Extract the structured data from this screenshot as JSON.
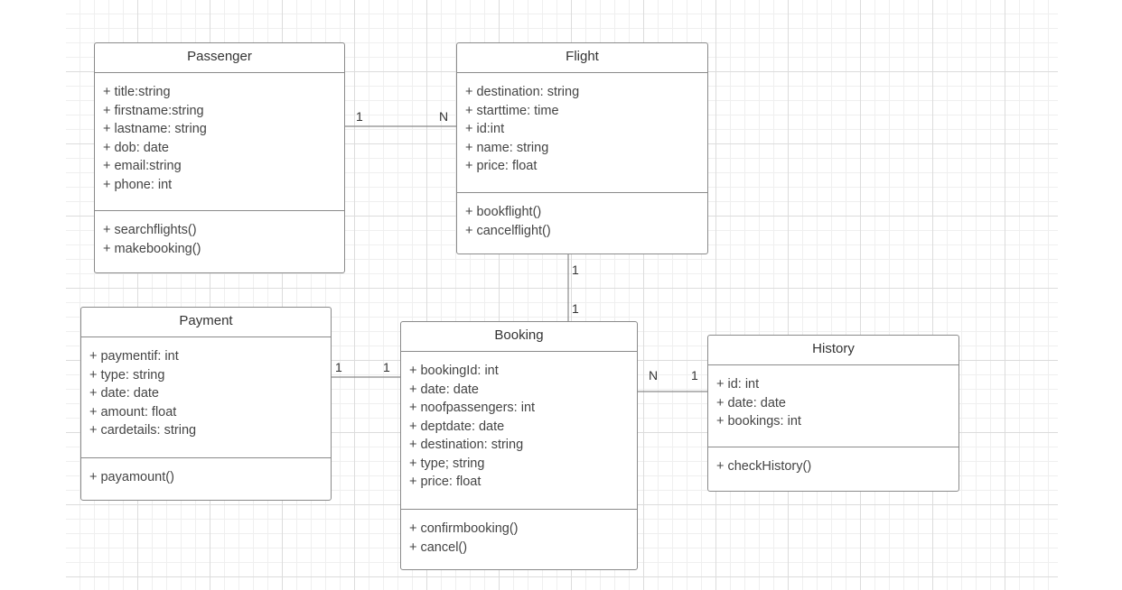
{
  "classes": {
    "passenger": {
      "name": "Passenger",
      "attributes": [
        "+ title:string",
        "+ firstname:string",
        "+ lastname: string",
        "+ dob: date",
        "+ email:string",
        "+ phone: int"
      ],
      "operations": [
        "+ searchflights()",
        "+ makebooking()"
      ]
    },
    "flight": {
      "name": "Flight",
      "attributes": [
        "+ destination: string",
        "+ starttime: time",
        "+ id:int",
        "+ name: string",
        "+ price: float"
      ],
      "operations": [
        "+ bookflight()",
        "+ cancelflight()"
      ]
    },
    "payment": {
      "name": "Payment",
      "attributes": [
        "+ paymentif: int",
        "+ type: string",
        "+ date: date",
        "+ amount: float",
        "+ cardetails: string"
      ],
      "operations": [
        "+ payamount()"
      ]
    },
    "booking": {
      "name": "Booking",
      "attributes": [
        "+ bookingId: int",
        "+ date: date",
        "+ noofpassengers: int",
        "+ deptdate: date",
        "+ destination: string",
        "+ type; string",
        "+ price: float"
      ],
      "operations": [
        "+ confirmbooking()",
        "+ cancel()"
      ]
    },
    "history": {
      "name": "History",
      "attributes": [
        "+ id: int",
        "+ date: date",
        "+ bookings: int"
      ],
      "operations": [
        "+ checkHistory()"
      ]
    }
  },
  "associations": {
    "passenger_flight": {
      "from": "1",
      "to": "N"
    },
    "flight_booking": {
      "from": "1",
      "to": "1"
    },
    "payment_booking": {
      "from": "1",
      "to": "1"
    },
    "booking_history": {
      "from": "N",
      "to": "1"
    }
  },
  "colors": {
    "border": "#8a8a8a",
    "grid": "#dcdcdc",
    "text": "#444444"
  }
}
